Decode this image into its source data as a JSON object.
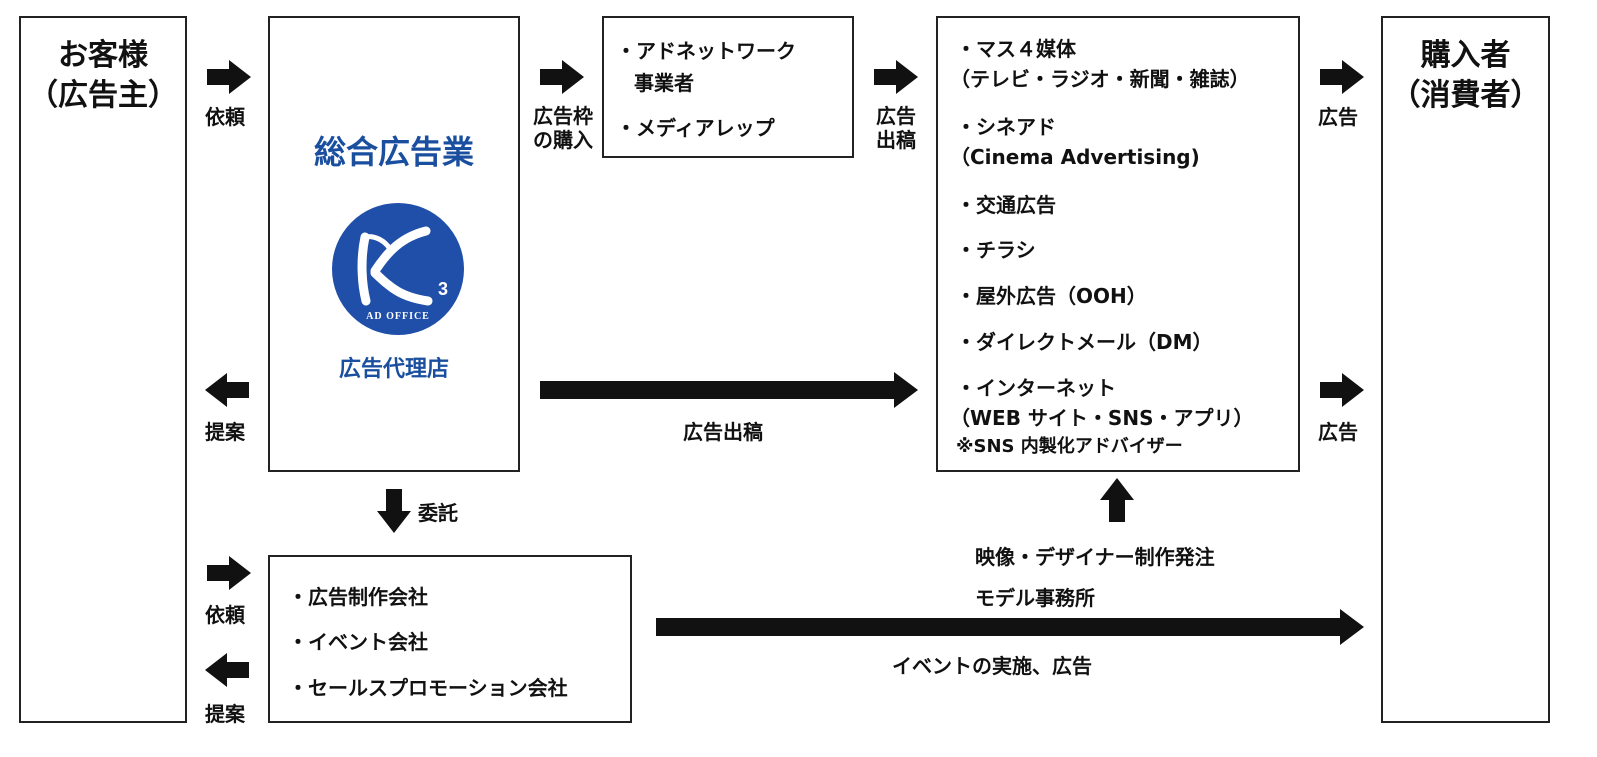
{
  "customer": {
    "line1": "お客様",
    "line2": "（広告主）"
  },
  "buyer": {
    "line1": "購入者",
    "line2": "（消費者）"
  },
  "agency": {
    "title": "総合広告業",
    "logo_text": "AD OFFICE",
    "subtitle": "広告代理店",
    "accent_color": "#1a4fa0",
    "logo_color": "#1f4fa8"
  },
  "labels": {
    "request_top": "依頼",
    "proposal_top": "提案",
    "buy_slot_line1": "広告枠",
    "buy_slot_line2": "の購入",
    "placement_line1": "広告",
    "placement_line2": "出稿",
    "ad_top": "広告",
    "ad_mid": "広告",
    "placement_direct": "広告出稿",
    "consign": "委託",
    "request_bottom": "依頼",
    "proposal_bottom": "提案",
    "video_order": "映像・デザイナー制作発注",
    "model_agency": "モデル事務所",
    "event_ad": "イベントの実施、広告"
  },
  "adnetwork": {
    "items": [
      "・アドネットワーク",
      "事業者",
      "・メディアレップ"
    ]
  },
  "media": {
    "items": [
      "・マス４媒体",
      "（テレビ・ラジオ・新聞・雑誌）",
      "・シネアド",
      "（Cinema Advertising)",
      "・交通広告",
      "・チラシ",
      "・屋外広告（OOH）",
      "・ダイレクトメール（DM）",
      "・インターネット",
      "（WEB サイト・SNS・アプリ）",
      "※SNS 内製化アドバイザー"
    ]
  },
  "partners": {
    "items": [
      "・広告制作会社",
      "・イベント会社",
      "・セールスプロモーション会社"
    ]
  }
}
